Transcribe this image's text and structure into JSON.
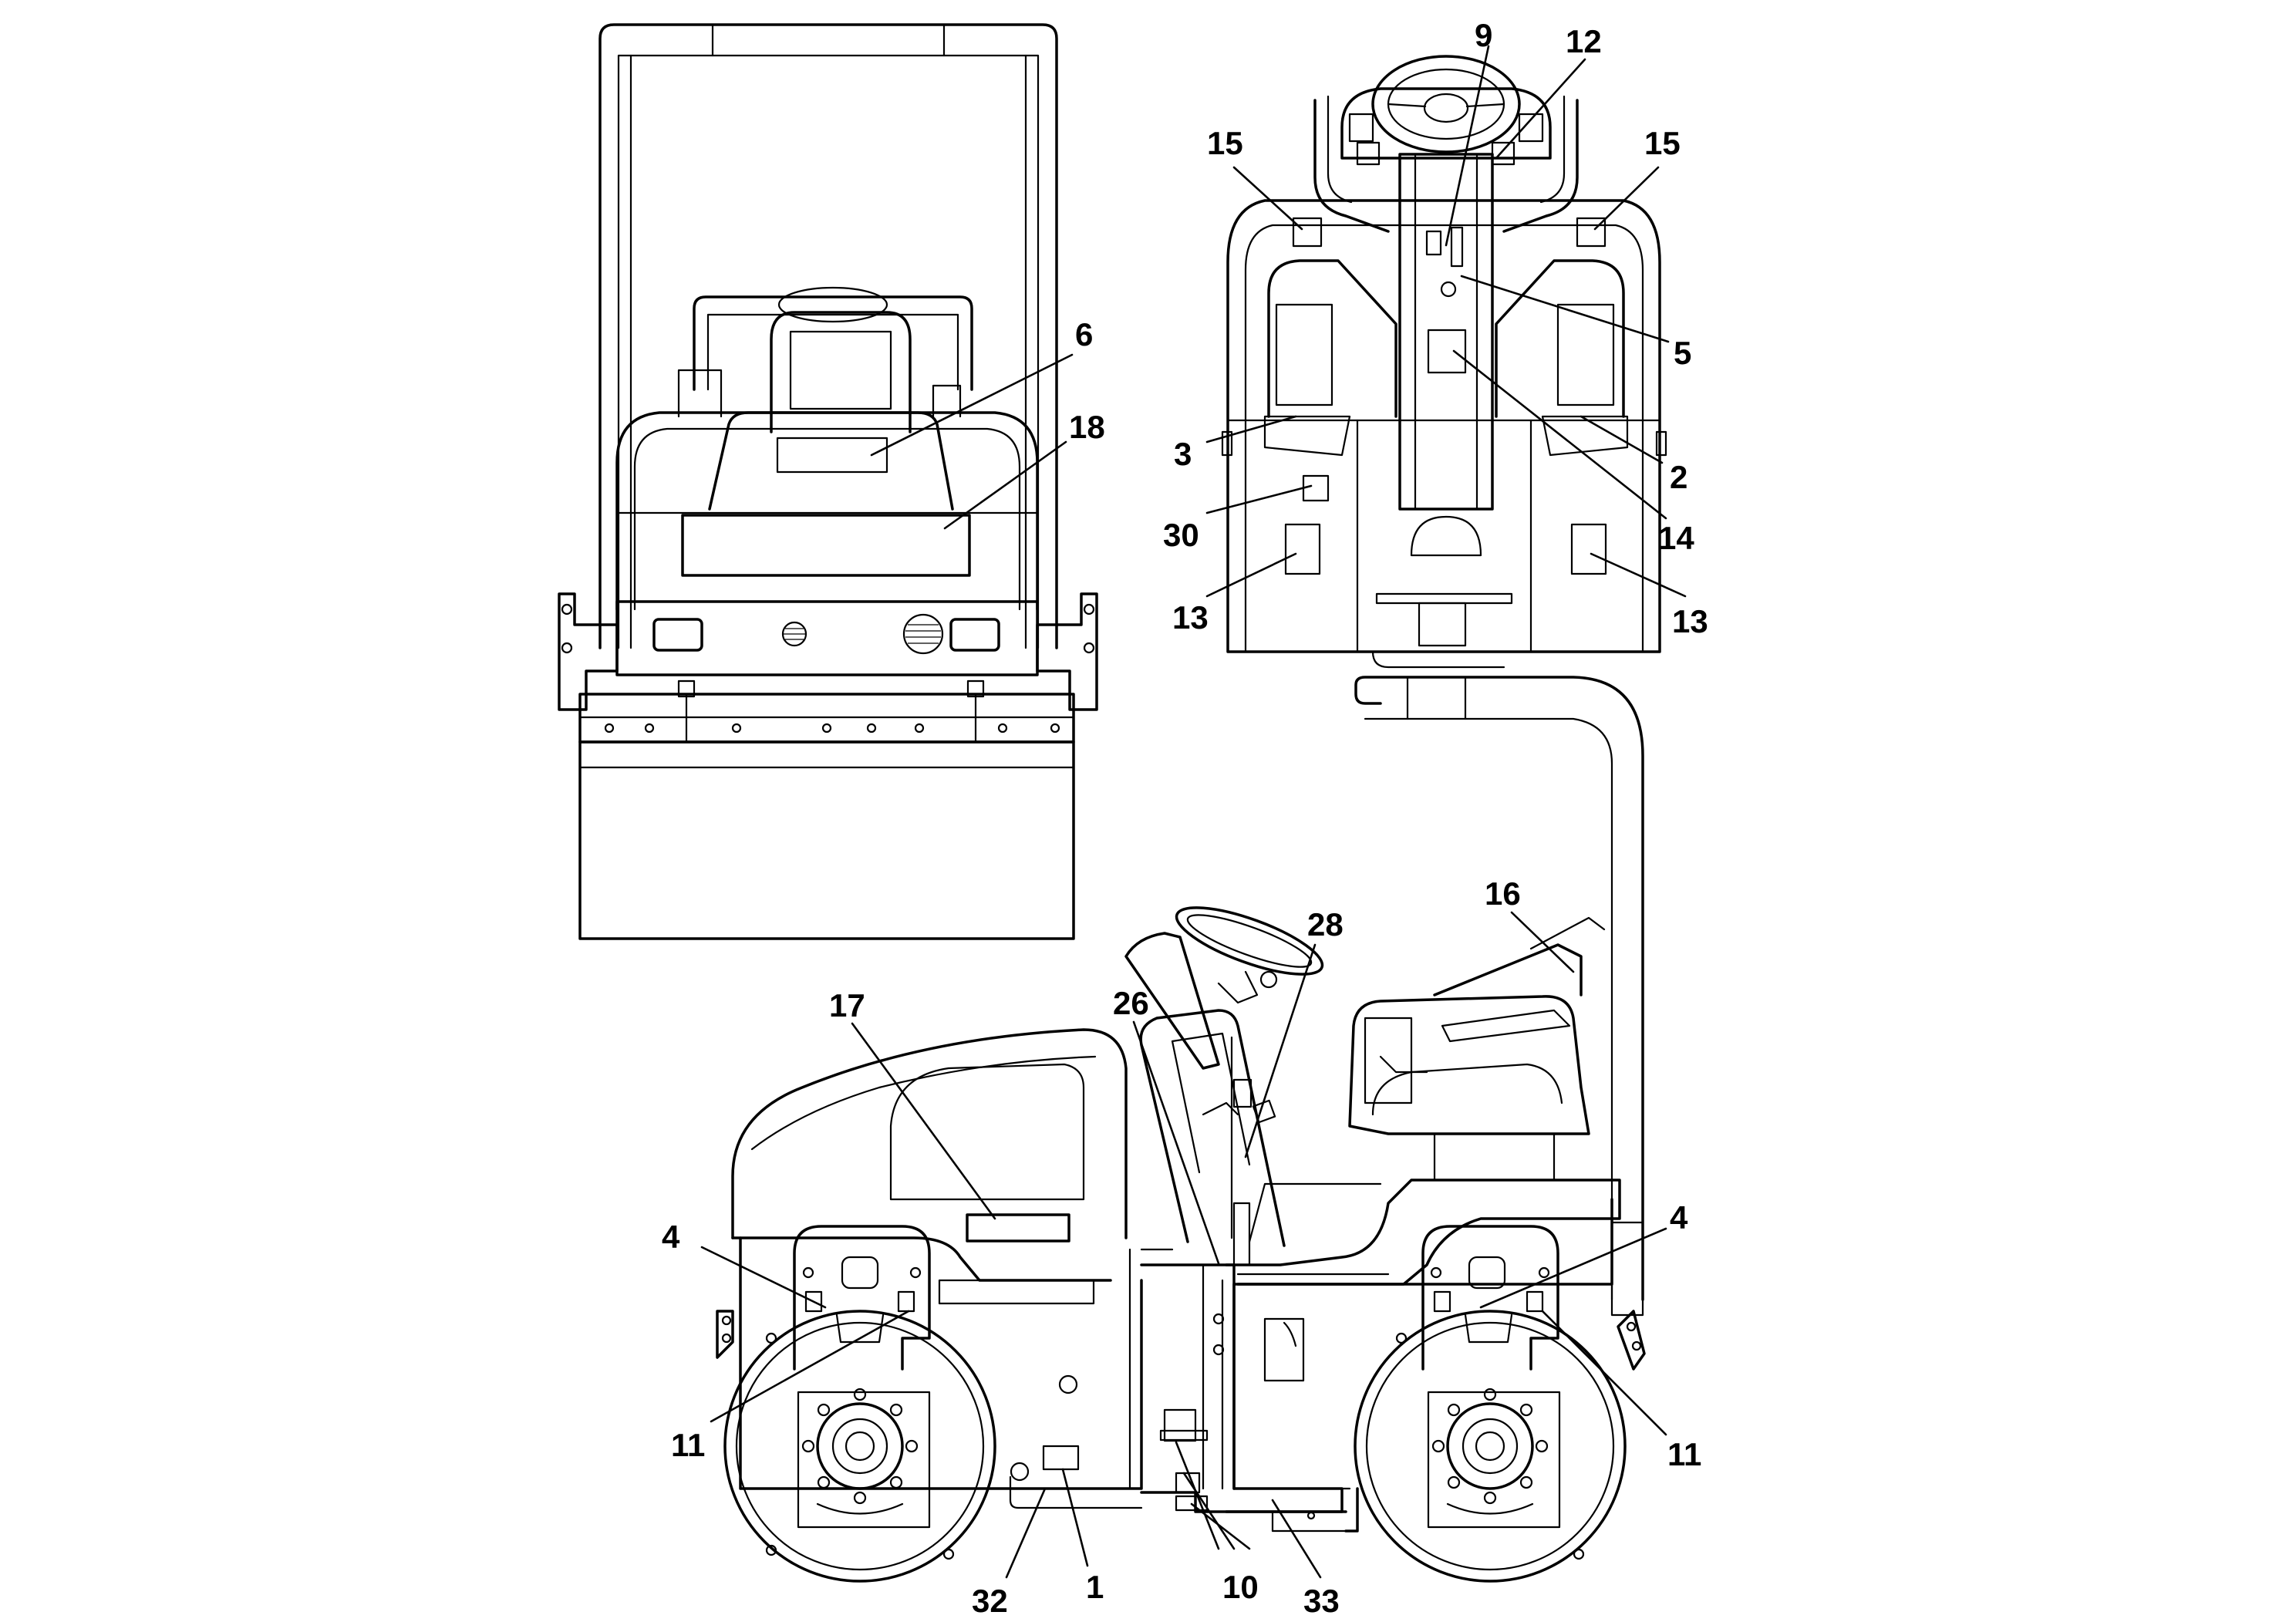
{
  "callouts": {
    "c1": "1",
    "c2": "2",
    "c3": "3",
    "c4_left": "4",
    "c4_right": "4",
    "c5": "5",
    "c6": "6",
    "c9": "9",
    "c10": "10",
    "c11_left": "11",
    "c11_right": "11",
    "c12": "12",
    "c13_left": "13",
    "c13_right": "13",
    "c14": "14",
    "c15_left": "15",
    "c15_right": "15",
    "c16": "16",
    "c17": "17",
    "c18": "18",
    "c26": "26",
    "c28": "28",
    "c30": "30",
    "c32": "32",
    "c33": "33"
  }
}
